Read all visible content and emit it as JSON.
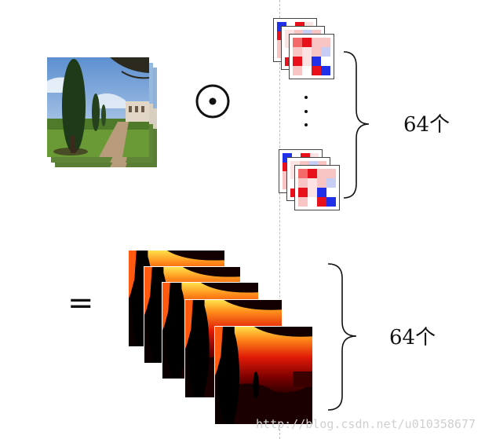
{
  "operator": {
    "symbol": "⊙"
  },
  "equals": {
    "symbol": "="
  },
  "filters": {
    "count_label": "64个"
  },
  "feature_maps": {
    "count_label": "64个"
  },
  "watermark": {
    "text": "http://blog.csdn.net/u010358677"
  },
  "kernel_colors": {
    "dark_red": "#e8101a",
    "red": "#f46a6a",
    "pink": "#f8c4c4",
    "light_pink": "#fbe3e3",
    "white": "#ffffff",
    "blue": "#2030e8",
    "light_blue": "#c8cdf6"
  },
  "kernel_pattern": [
    [
      "red",
      "dark_red",
      "pink",
      "pink"
    ],
    [
      "pink",
      "light_pink",
      "pink",
      "light_blue"
    ],
    [
      "dark_red",
      "light_pink",
      "blue",
      "white"
    ],
    [
      "pink",
      "white",
      "dark_red",
      "blue"
    ]
  ]
}
